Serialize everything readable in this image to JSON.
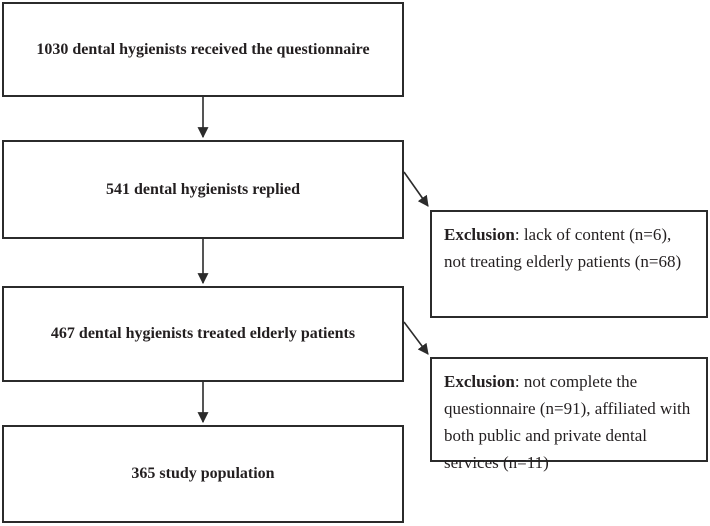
{
  "flow": {
    "boxes": [
      {
        "label": "1030 dental hygienists received the questionnaire"
      },
      {
        "label": "541 dental hygienists replied"
      },
      {
        "label": "467 dental hygienists treated elderly patients"
      },
      {
        "label": "365 study population"
      }
    ],
    "exclusions": [
      {
        "label": "Exclusion",
        "text": ": lack of  content (n=6), not treating elderly patients (n=68)"
      },
      {
        "label": "Exclusion",
        "text": ": not complete the questionnaire (n=91), affiliated with both public and private dental services (n=11)"
      }
    ]
  },
  "colors": {
    "line": "#2b2b2b",
    "text": "#231f20",
    "background": "#ffffff"
  }
}
